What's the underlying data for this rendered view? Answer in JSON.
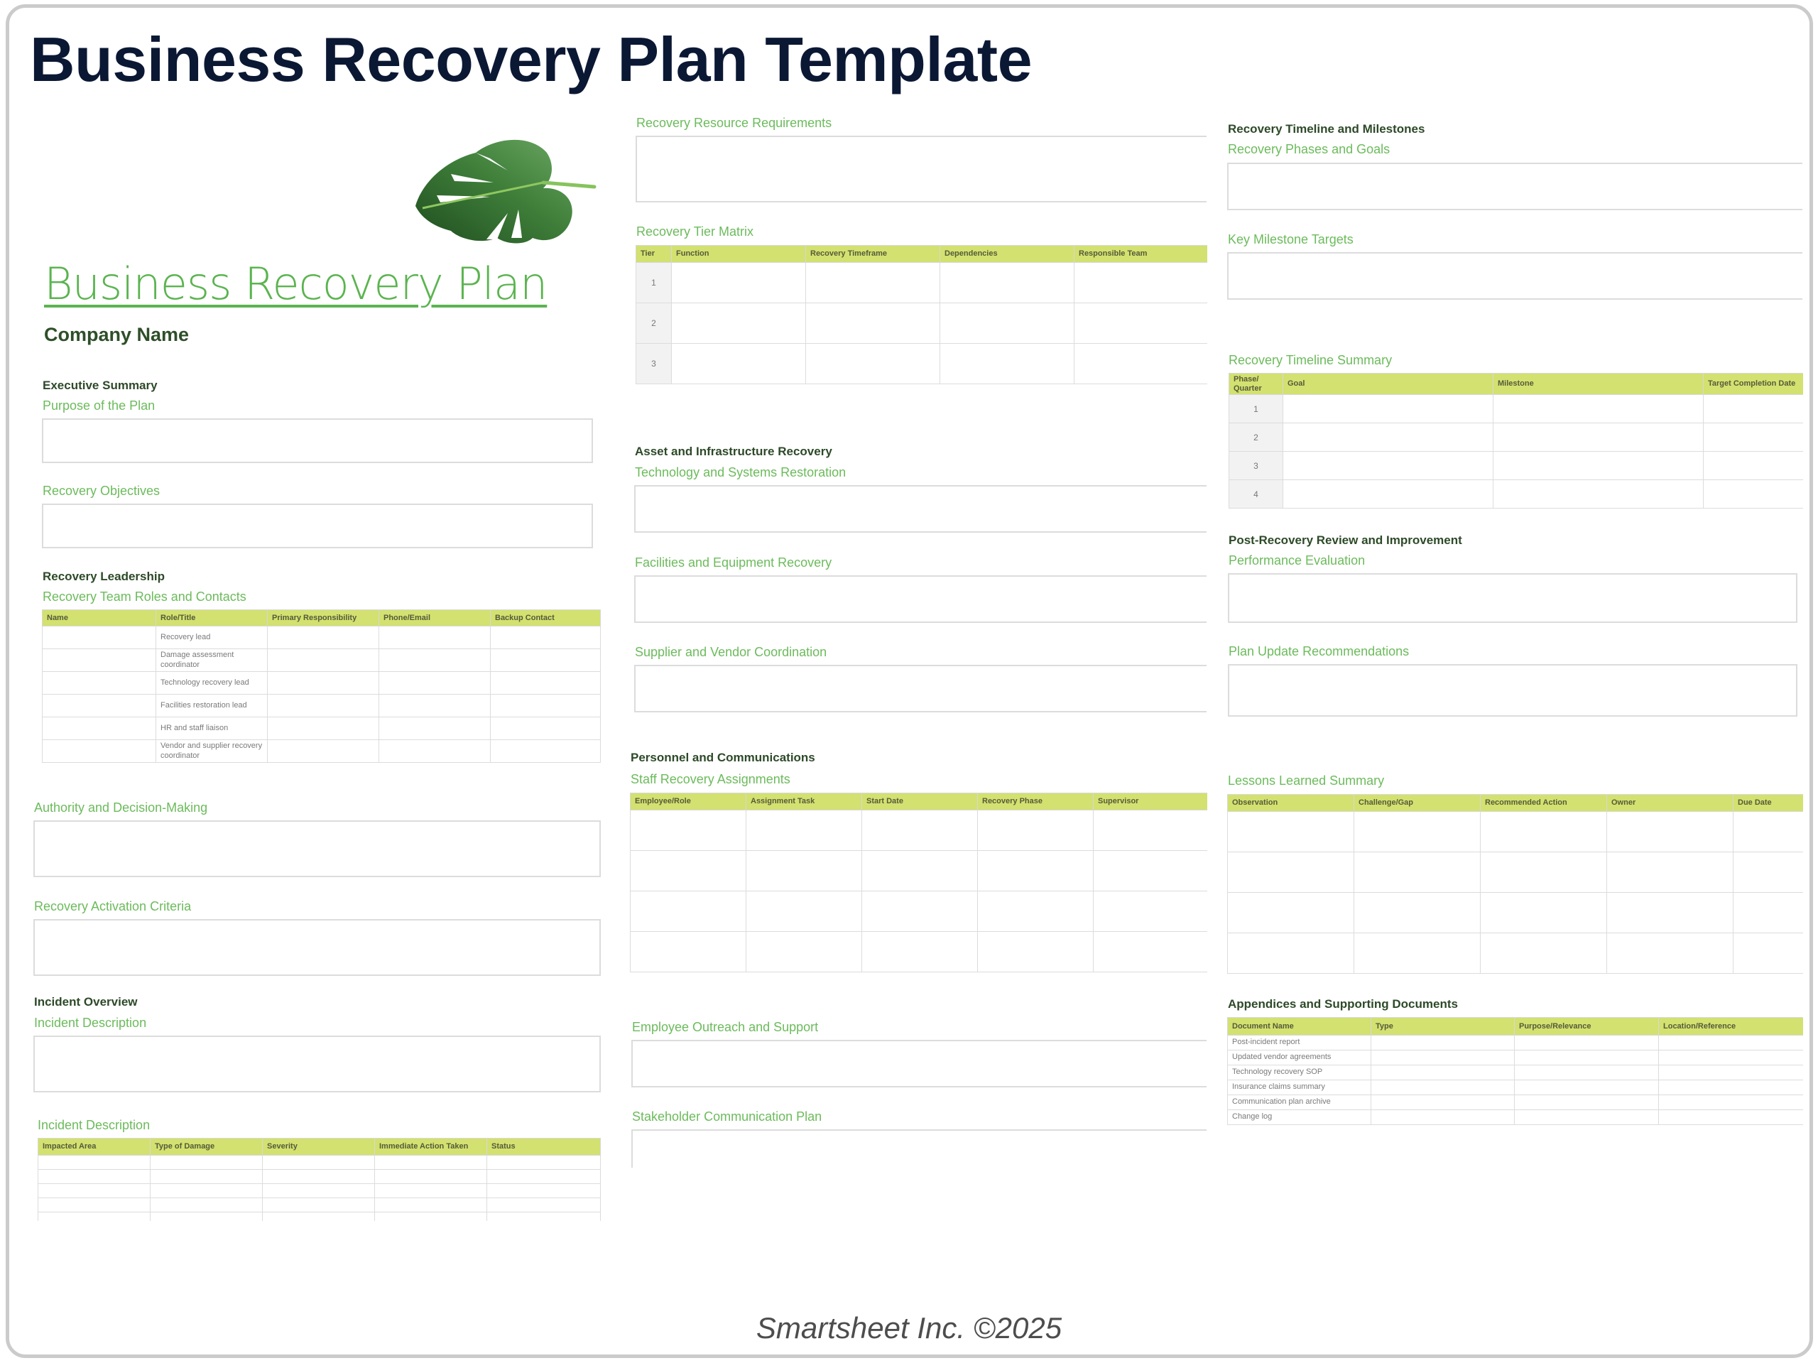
{
  "page": {
    "title": "Business Recovery Plan Template",
    "doc_title": "Business Recovery Plan",
    "company_name": "Company Name",
    "footer": "Smartsheet Inc. ©2025",
    "colors": {
      "title": "#0b1834",
      "accent_green": "#5bb450",
      "section_heading": "#2d4a28",
      "table_header": "#d3e170",
      "border": "#dcdcdc"
    }
  },
  "left_column": {
    "executive_summary": {
      "heading": "Executive Summary",
      "purpose_label": "Purpose of the Plan",
      "objectives_label": "Recovery Objectives"
    },
    "recovery_leadership": {
      "heading": "Recovery Leadership",
      "team_label": "Recovery Team Roles and Contacts",
      "team_table": {
        "columns": [
          "Name",
          "Role/Title",
          "Primary Responsibility",
          "Phone/Email",
          "Backup Contact"
        ],
        "rows": [
          [
            "",
            "Recovery lead",
            "",
            "",
            ""
          ],
          [
            "",
            "Damage assessment coordinator",
            "",
            "",
            ""
          ],
          [
            "",
            "Technology recovery lead",
            "",
            "",
            ""
          ],
          [
            "",
            "Facilities restoration lead",
            "",
            "",
            ""
          ],
          [
            "",
            "HR and staff liaison",
            "",
            "",
            ""
          ],
          [
            "",
            "Vendor and supplier recovery coordinator",
            "",
            "",
            ""
          ]
        ]
      },
      "authority_label": "Authority and Decision-Making",
      "activation_label": "Recovery Activation Criteria"
    },
    "incident_overview": {
      "heading": "Incident Overview",
      "description_label": "Incident Description",
      "table_label": "Incident Description",
      "table": {
        "columns": [
          "Impacted Area",
          "Type of Damage",
          "Severity",
          "Immediate Action Taken",
          "Status"
        ],
        "rows": [
          [
            "",
            "",
            "",
            "",
            ""
          ],
          [
            "",
            "",
            "",
            "",
            ""
          ],
          [
            "",
            "",
            "",
            "",
            ""
          ],
          [
            "",
            "",
            "",
            "",
            ""
          ],
          [
            "",
            "",
            "",
            "",
            ""
          ]
        ]
      }
    }
  },
  "middle_column": {
    "resource_label": "Recovery Resource Requirements",
    "tier_matrix": {
      "label": "Recovery Tier Matrix",
      "columns": [
        "Tier",
        "Function",
        "Recovery Timeframe",
        "Dependencies",
        "Responsible Team"
      ],
      "rows": [
        [
          "1",
          "",
          "",
          "",
          ""
        ],
        [
          "2",
          "",
          "",
          "",
          ""
        ],
        [
          "3",
          "",
          "",
          "",
          ""
        ]
      ]
    },
    "asset_recovery": {
      "heading": "Asset and Infrastructure Recovery",
      "technology_label": "Technology and Systems Restoration",
      "facilities_label": "Facilities and Equipment Recovery",
      "supplier_label": "Supplier and Vendor Coordination"
    },
    "personnel": {
      "heading": "Personnel and Communications",
      "staff_label": "Staff Recovery Assignments",
      "staff_table": {
        "columns": [
          "Employee/Role",
          "Assignment Task",
          "Start Date",
          "Recovery Phase",
          "Supervisor"
        ],
        "rows": [
          [
            "",
            "",
            "",
            "",
            ""
          ],
          [
            "",
            "",
            "",
            "",
            ""
          ],
          [
            "",
            "",
            "",
            "",
            ""
          ],
          [
            "",
            "",
            "",
            "",
            ""
          ]
        ]
      },
      "outreach_label": "Employee Outreach and Support",
      "stakeholder_label": "Stakeholder Communication Plan"
    }
  },
  "right_column": {
    "timeline": {
      "heading": "Recovery Timeline and Milestones",
      "phases_label": "Recovery Phases and Goals",
      "milestones_label": "Key Milestone Targets",
      "summary_label": "Recovery Timeline Summary",
      "summary_table": {
        "columns": [
          "Phase/ Quarter",
          "Goal",
          "Milestone",
          "Target Completion Date"
        ],
        "rows": [
          [
            "1",
            "",
            "",
            ""
          ],
          [
            "2",
            "",
            "",
            ""
          ],
          [
            "3",
            "",
            "",
            ""
          ],
          [
            "4",
            "",
            "",
            ""
          ]
        ]
      }
    },
    "post_recovery": {
      "heading": "Post-Recovery Review and Improvement",
      "performance_label": "Performance Evaluation",
      "plan_update_label": "Plan Update Recommendations",
      "lessons_label": "Lessons Learned Summary",
      "lessons_table": {
        "columns": [
          "Observation",
          "Challenge/Gap",
          "Recommended Action",
          "Owner",
          "Due Date"
        ],
        "rows": [
          [
            "",
            "",
            "",
            "",
            ""
          ],
          [
            "",
            "",
            "",
            "",
            ""
          ],
          [
            "",
            "",
            "",
            "",
            ""
          ],
          [
            "",
            "",
            "",
            "",
            ""
          ]
        ]
      }
    },
    "appendices": {
      "heading": "Appendices and Supporting Documents",
      "table": {
        "columns": [
          "Document Name",
          "Type",
          "Purpose/Relevance",
          "Location/Reference"
        ],
        "rows": [
          [
            "Post-incident report",
            "",
            "",
            ""
          ],
          [
            "Updated vendor agreements",
            "",
            "",
            ""
          ],
          [
            "Technology recovery SOP",
            "",
            "",
            ""
          ],
          [
            "Insurance claims summary",
            "",
            "",
            ""
          ],
          [
            "Communication plan archive",
            "",
            "",
            ""
          ],
          [
            "Change log",
            "",
            "",
            ""
          ]
        ]
      }
    }
  }
}
